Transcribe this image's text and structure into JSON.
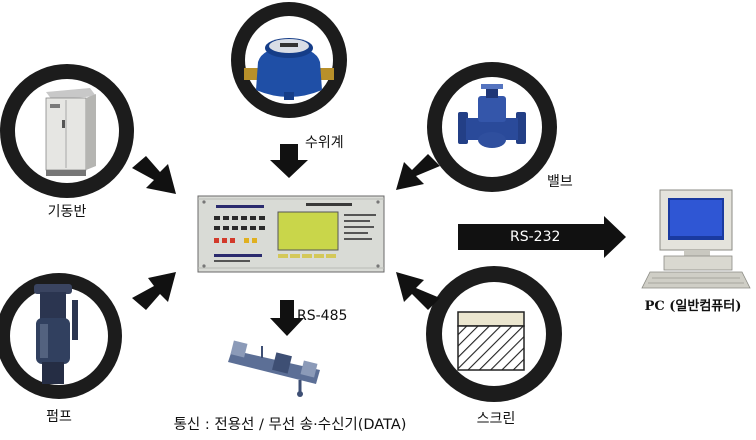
{
  "labels": {
    "water_meter": "수위계",
    "control_panel": "기동반",
    "valve": "밸브",
    "pump": "펌프",
    "screen": "스크린",
    "rs232": "RS-232",
    "rs485": "RS-485",
    "pc": "PC (일반컴퓨터)",
    "comms": "통신 : 전용선 / 무선 송·수신기(DATA)"
  },
  "colors": {
    "ring": "#1c1c1c",
    "arrow": "#111111",
    "device_panel": "#d9dbd6",
    "lcd": "#c9d64a",
    "meter_body": "#1f4fa6",
    "valve_body": "#2a4a9a",
    "pump_body": "#2b3550"
  },
  "icons": [
    "water-meter-icon",
    "cabinet-icon",
    "valve-icon",
    "pump-icon",
    "screen-icon",
    "controller-icon",
    "pc-icon",
    "transmitter-icon"
  ]
}
